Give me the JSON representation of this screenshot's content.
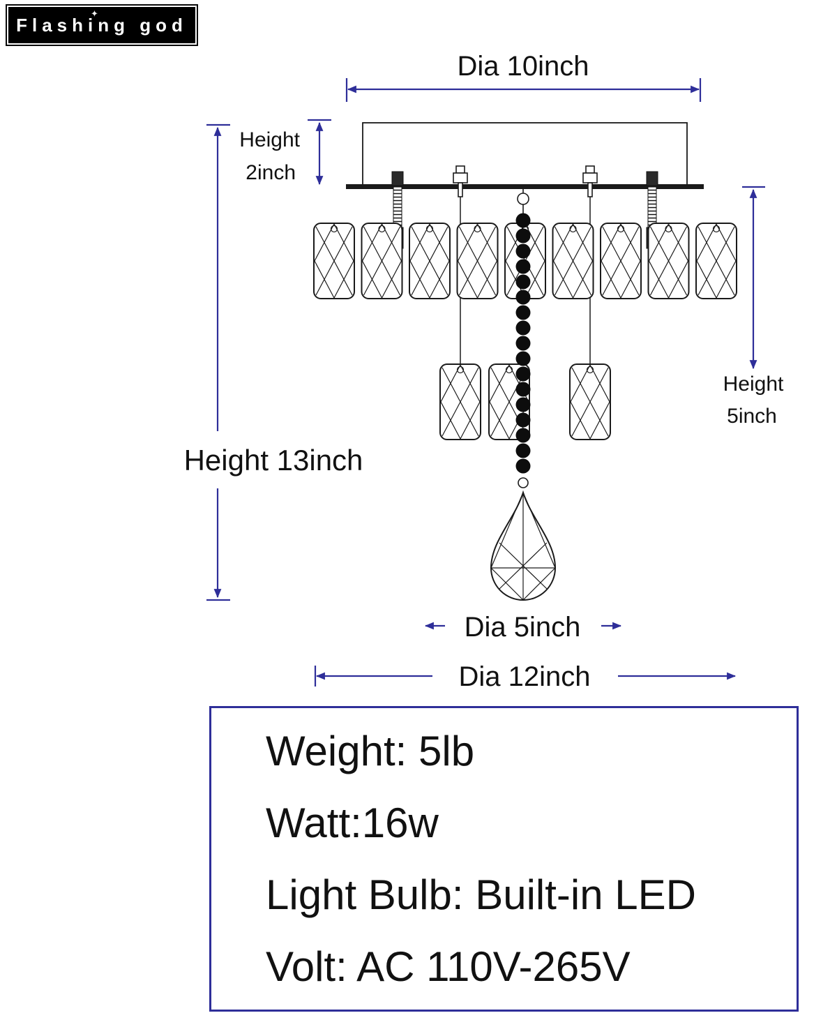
{
  "brand": {
    "logo_text": "Flashing god",
    "sparkle_icon": "✦"
  },
  "diagram": {
    "dia_top_label": "Dia 10inch",
    "height_canopy_label_1": "Height",
    "height_canopy_label_2": "2inch",
    "height_total_label": "Height 13inch",
    "height_right_label_1": "Height",
    "height_right_label_2": "5inch",
    "dia_mid_label": "Dia 5inch",
    "dia_bottom_label": "Dia 12inch"
  },
  "specs": {
    "weight": "Weight: 5lb",
    "watt": "Watt:16w",
    "bulb": "Light Bulb: Built-in LED",
    "volt": "Volt: AC 110V-265V"
  },
  "colors": {
    "dimension": "#2e2e99",
    "drawing": "#1a1a1a",
    "spec_border": "#2e2e99",
    "label_text": "#111111"
  }
}
